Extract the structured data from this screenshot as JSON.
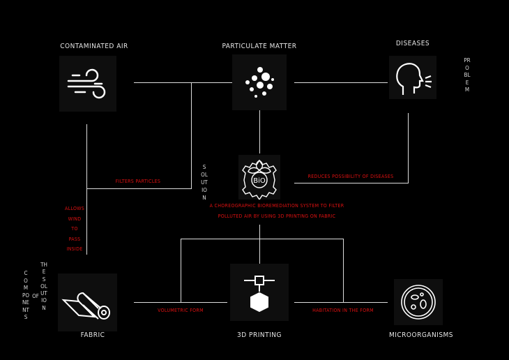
{
  "nodes": {
    "contaminated_air": "CONTAMINATED AIR",
    "particulate_matter": "PARTICULATE MATTER",
    "diseases": "DISEASES",
    "fabric": "FABRIC",
    "printing": "3D PRINTING",
    "microorganisms": "MICROORGANISMS",
    "bio": "BiO"
  },
  "side": {
    "problem": "PROBLEM",
    "solution": "SOLUTION",
    "components": "COMPONENTS",
    "of": "OF",
    "the_solution": "THE SOLUTION"
  },
  "edges": {
    "filters": "FILTERS PARTICLES",
    "reduces": "REDUCES POSSIBILITY OF DISEASES",
    "allows": [
      "ALLOWS",
      "WIND",
      "TO",
      "PASS",
      "INSIDE"
    ],
    "volumetric": "VOLUMETRIC FORM",
    "habitation": "HABITATION IN THE FORM"
  },
  "solution_text": [
    "A CHOREOGRAPHIC BIOREMEDIATION SYSTEM TO FILTER",
    "POLLUTED AIR BY USING 3D PRINTING ON FABRIC"
  ],
  "colors": {
    "accent": "#dd1111",
    "line": "#dddddd"
  }
}
